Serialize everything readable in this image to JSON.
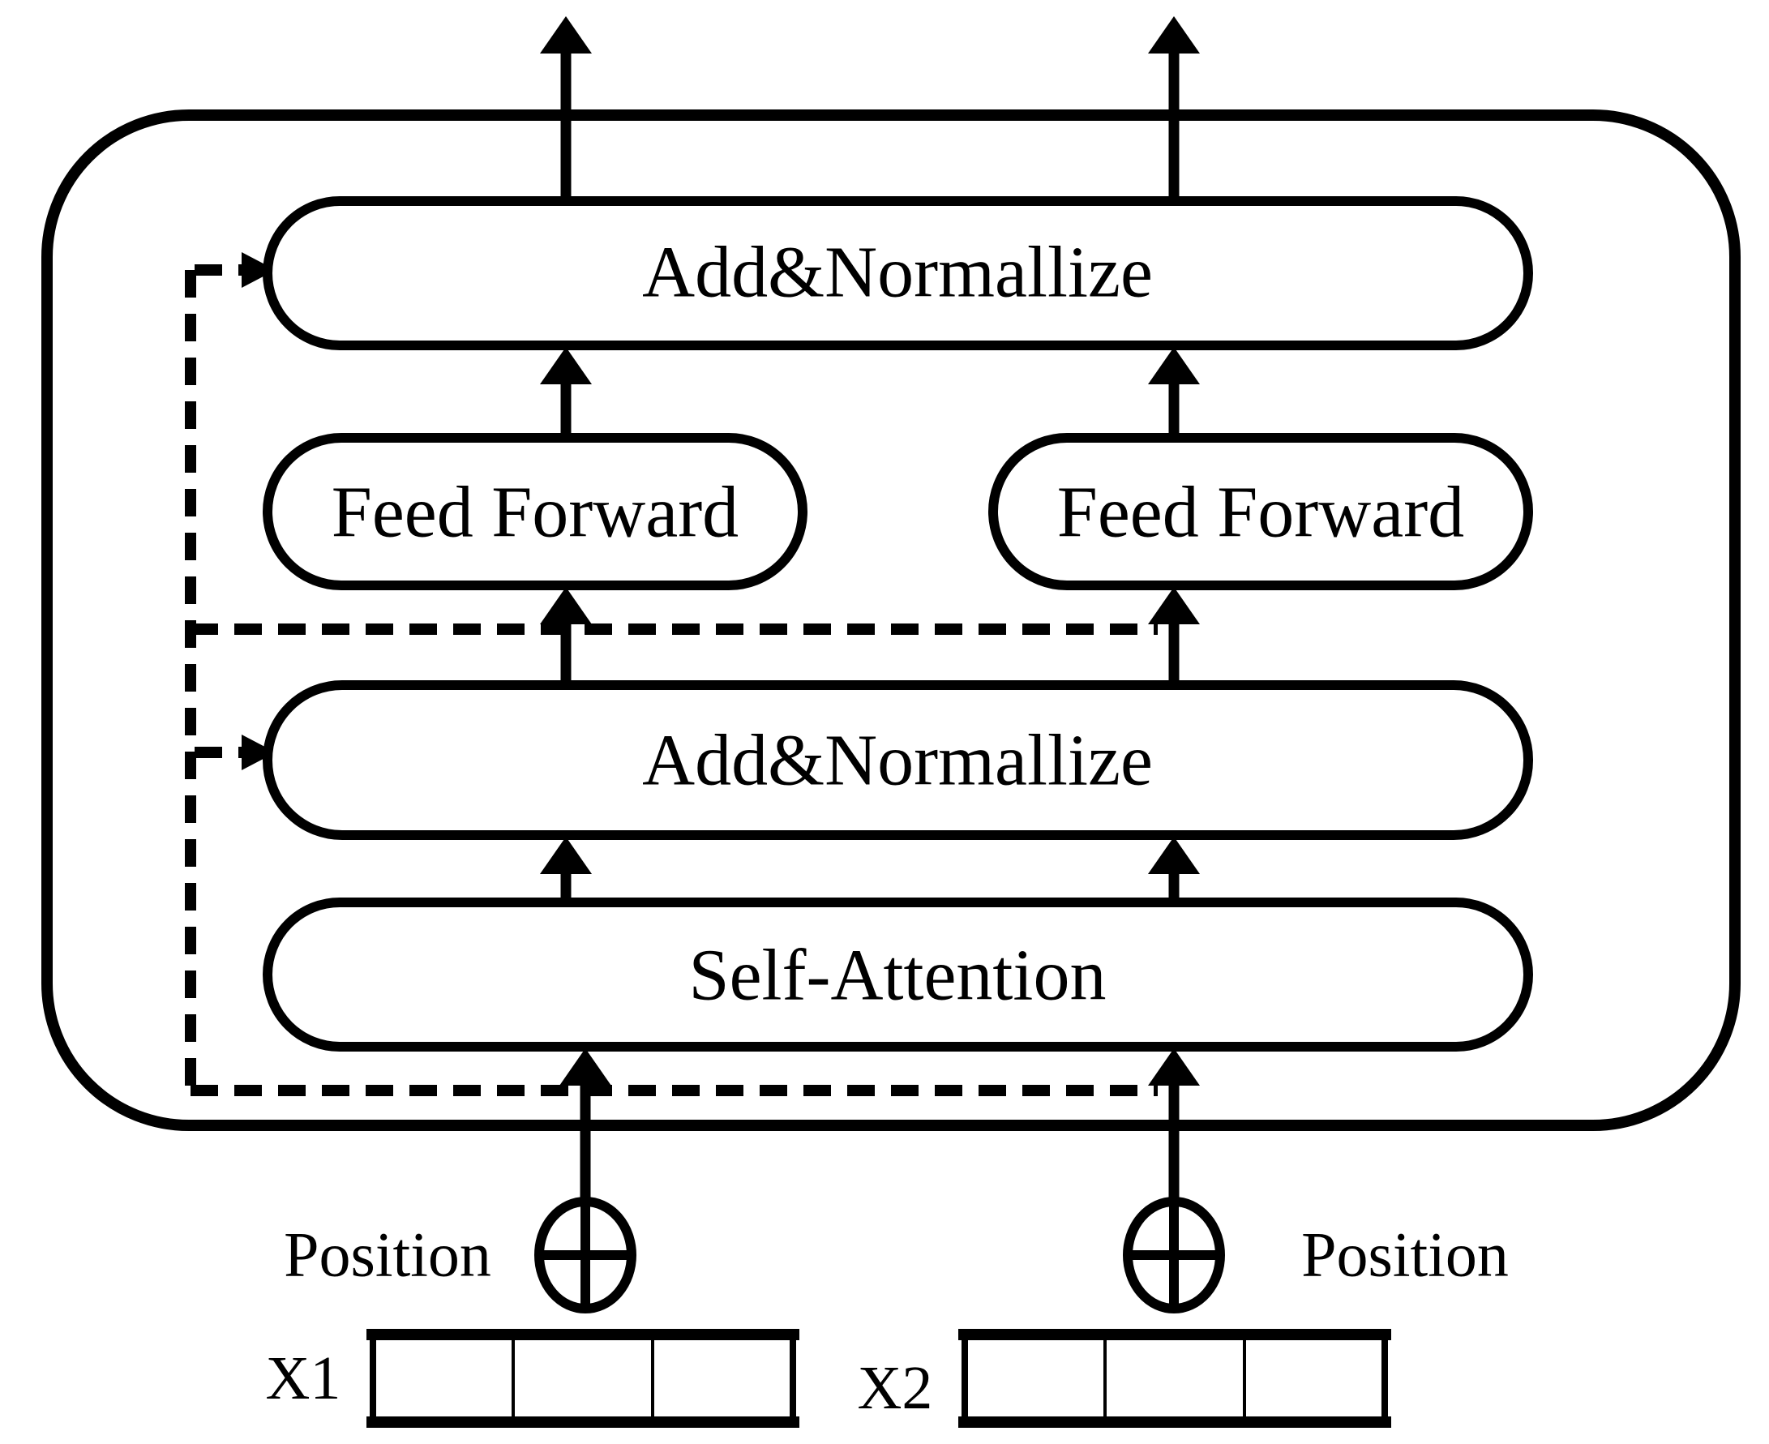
{
  "figure": {
    "type": "transformer-encoder-block-diagram",
    "colors": {
      "ink": "#000000",
      "background": "#ffffff"
    },
    "encoder": {
      "add_normalize_top": "Add&Normallize",
      "feed_forward_left": "Feed Forward",
      "feed_forward_right": "Feed Forward",
      "add_normalize_middle": "Add&Normallize",
      "self_attention": "Self-Attention"
    },
    "inputs": {
      "position_left": "Position",
      "position_right": "Position",
      "x1_label": "X1",
      "x2_label": "X2"
    },
    "icons": {
      "circled_plus": "⊕"
    }
  }
}
